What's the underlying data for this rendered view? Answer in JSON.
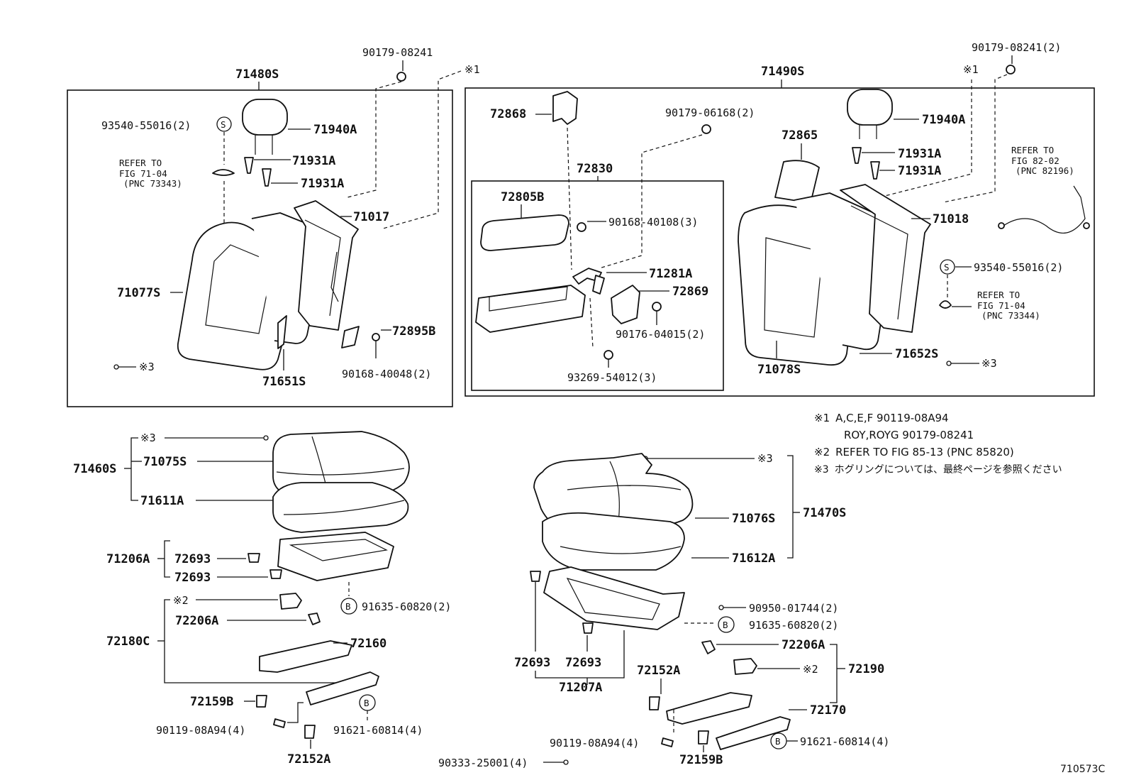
{
  "labels": {
    "l71480S": "71480S",
    "l90179_08241_left": "90179-08241",
    "l90179_08241_right": "90179-08241(2)",
    "l71490S": "71490S",
    "l93540_left": "93540-55016(2)",
    "l93540_right": "93540-55016(2)",
    "l71940A_left": "71940A",
    "l71940A_right": "71940A",
    "l71931A_1": "71931A",
    "l71931A_2": "71931A",
    "l71931A_3": "71931A",
    "l71931A_4": "71931A",
    "l71017": "71017",
    "l71018": "71018",
    "l71077S": "71077S",
    "l71078S": "71078S",
    "l72895B": "72895B",
    "l90168_40048": "90168-40048(2)",
    "l71651S": "71651S",
    "l71652S": "71652S",
    "l72868": "72868",
    "l90179_06168": "90179-06168(2)",
    "l72865": "72865",
    "l72830": "72830",
    "l72805B": "72805B",
    "l90168_40108": "90168-40108(3)",
    "l71281A": "71281A",
    "l72869": "72869",
    "l90176_04015": "90176-04015(2)",
    "l93269_54012": "93269-54012(3)",
    "l71460S": "71460S",
    "l71075S": "71075S",
    "l71611A": "71611A",
    "l71206A": "71206A",
    "l72693_1": "72693",
    "l72693_2": "72693",
    "l72693_3": "72693",
    "l72693_4": "72693",
    "l91635_left": "91635-60820(2)",
    "l91635_right": "91635-60820(2)",
    "l72206A_left": "72206A",
    "l72206A_right": "72206A",
    "l72180C": "72180C",
    "l72160": "72160",
    "l72159B_left": "72159B",
    "l72159B_right": "72159B",
    "l90119_left": "90119-08A94(4)",
    "l90119_right": "90119-08A94(4)",
    "l91621_left": "91621-60814(4)",
    "l91621_right": "91621-60814(4)",
    "l72152A_left": "72152A",
    "l72152A_right": "72152A",
    "l90333": "90333-25001(4)",
    "l71076S": "71076S",
    "l71470S": "71470S",
    "l71612A": "71612A",
    "l90950": "90950-01744(2)",
    "l72190": "72190",
    "l72170": "72170",
    "l71207A": "71207A",
    "figure_code": "710573C"
  },
  "refer_left": [
    "REFER TO",
    "FIG 71-04",
    "(PNC 73343)"
  ],
  "refer_right": [
    "REFER TO",
    "FIG 71-04",
    "(PNC 73344)"
  ],
  "refer_wire": [
    "REFER TO",
    "FIG 82-02",
    "(PNC 82196)"
  ],
  "markers": {
    "n1": "※1",
    "n2": "※2",
    "n3": "※3",
    "s": "S",
    "b": "B"
  },
  "notes": [
    {
      "mark": "※1",
      "text": "A,C,E,F  90119-08A94"
    },
    {
      "mark": "",
      "text": "ROY,ROYG  90179-08241"
    },
    {
      "mark": "※2",
      "text": "REFER TO FIG 85-13  (PNC 85820)"
    },
    {
      "mark": "※3",
      "text": "ホグリングについては、最終ページを参照ください"
    }
  ]
}
